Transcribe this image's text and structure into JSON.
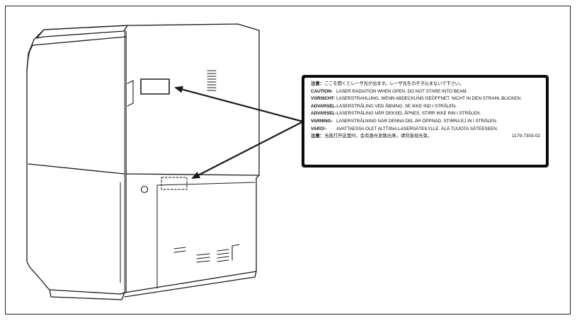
{
  "label": {
    "lines": [
      {
        "head": "注意：",
        "text": "ここを開くとレーザ光が出ます。レーザ光をのぞき込まないで下さい。",
        "code": ""
      },
      {
        "head": "CAUTION-",
        "text": "LASER RADIATION WHEN OPEN. DO NOT STARE INTO BEAM.",
        "code": ""
      },
      {
        "head": "VORSICHT-",
        "text": "LASERSTRAHLUNG, WENN ABDECKUNG GEÖFFNET. NICHT IN DEN STRAHL BLICKEN.",
        "code": ""
      },
      {
        "head": "ADVARSEL-",
        "text": "LASERSTRÅLING VED ÅBNING. SE IKKE IND I STRÅLEN.",
        "code": ""
      },
      {
        "head": "ADVARSEL-",
        "text": "LASERSTRÅLING NÅR DEKSEL ÅPNES. STIRR IKKE INN I STRÅLEN.",
        "code": ""
      },
      {
        "head": "VARNING-",
        "text": "LASERSTRÅLNING NÄR DENNA DEL ÄR ÖPPNAD. STIRRA EJ IN I STRÅLEN.",
        "code": ""
      },
      {
        "head": "VARO!-",
        "text": "AVATTAESSA OLET ALTTIINA LASERSÄTEILYLLE. ÄLÄ TUIJOTA SÄTEESEEN.",
        "code": ""
      },
      {
        "head": "注意：",
        "text": "当盖打开这里时，会有激光发散出来。请勿直视光束。",
        "code": "1179-7303-02"
      }
    ]
  }
}
